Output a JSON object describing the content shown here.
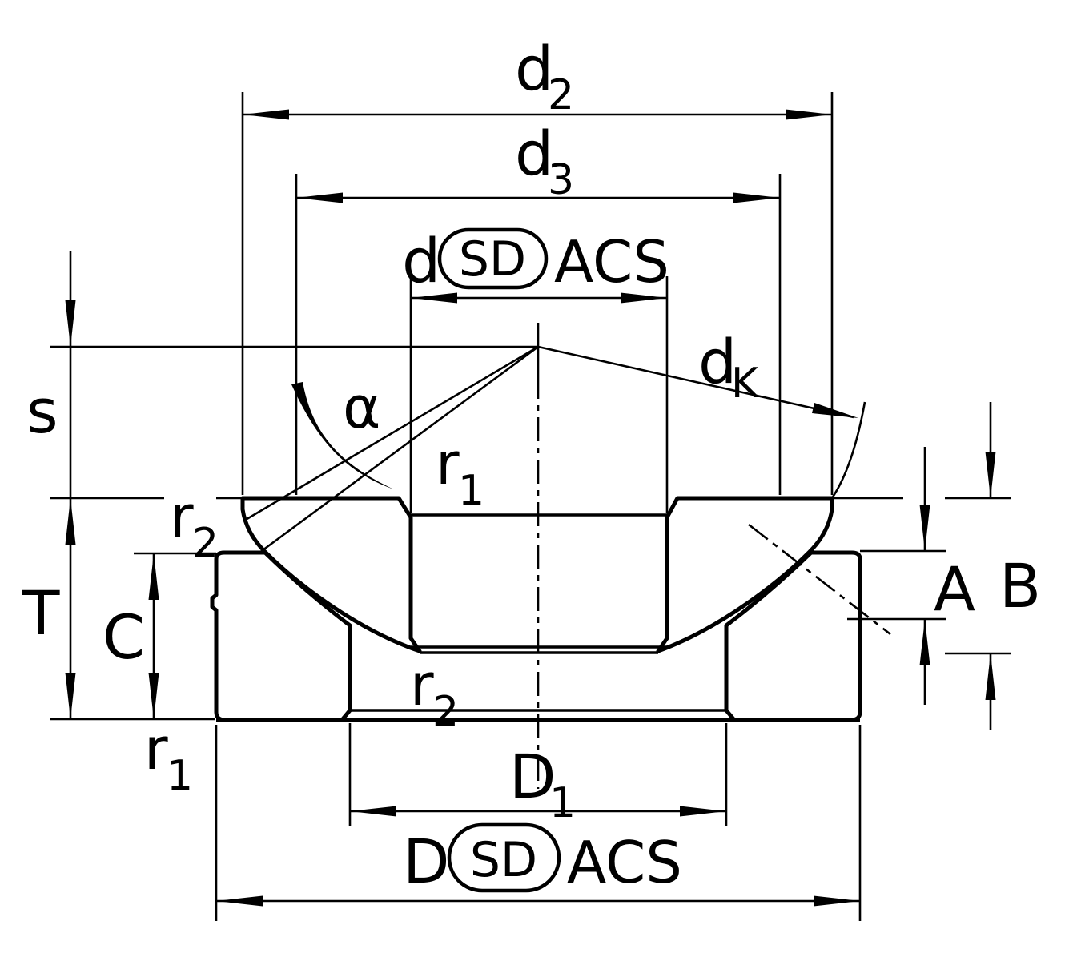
{
  "diagram": {
    "title": "axial-spherical-plain-bearing-cross-section",
    "colors": {
      "line": "#000000",
      "background": "#ffffff"
    },
    "labels": {
      "d2": {
        "main": "d",
        "sub": "2"
      },
      "d3": {
        "main": "d",
        "sub": "3"
      },
      "d_bore": {
        "prefix": "d",
        "oval": "SD",
        "suffix": "ACS"
      },
      "dk": {
        "main": "d",
        "sub": "K"
      },
      "alpha": "α",
      "r1_upper": {
        "main": "r",
        "sub": "1"
      },
      "r2_upper_left": {
        "main": "r",
        "sub": "2"
      },
      "s": "s",
      "T": "T",
      "C": "C",
      "r2_lower": {
        "main": "r",
        "sub": "2"
      },
      "r1_lower": {
        "main": "r",
        "sub": "1"
      },
      "A": "A",
      "B": "B",
      "D1": {
        "main": "D",
        "sub": "1"
      },
      "D_outer": {
        "prefix": "D",
        "oval": "SD",
        "suffix": "ACS"
      }
    }
  }
}
